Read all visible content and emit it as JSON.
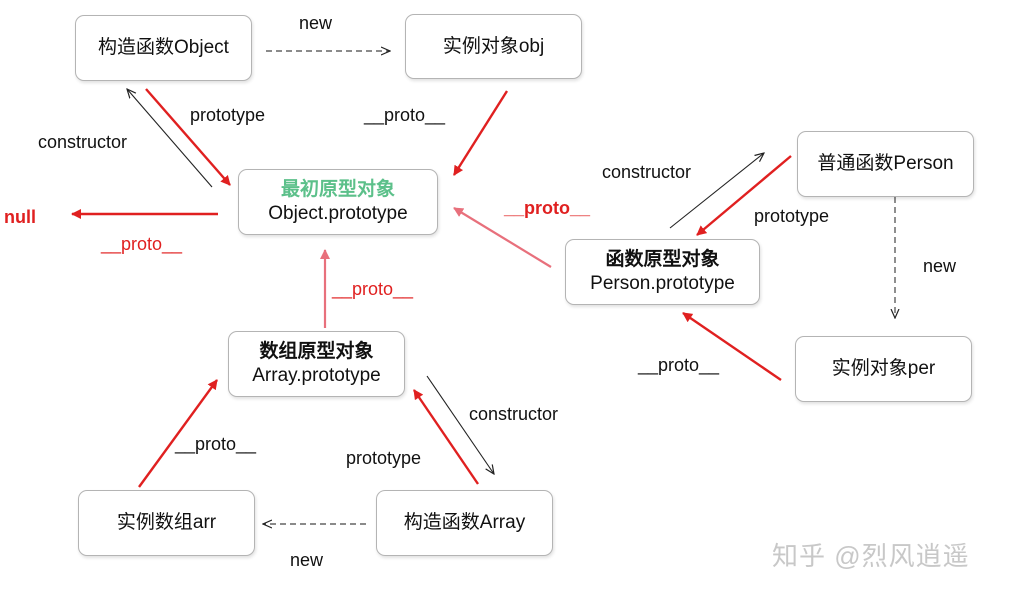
{
  "nodes": {
    "object_ctor": {
      "text": "构造函数Object"
    },
    "obj_instance": {
      "text": "实例对象obj"
    },
    "object_proto": {
      "title": "最初原型对象",
      "subtitle": "Object.prototype"
    },
    "person_fn": {
      "text": "普通函数Person"
    },
    "person_proto": {
      "title": "函数原型对象",
      "subtitle": "Person.prototype"
    },
    "per_instance": {
      "text": "实例对象per"
    },
    "array_proto": {
      "title": "数组原型对象",
      "subtitle": "Array.prototype"
    },
    "arr_instance": {
      "text": "实例数组arr"
    },
    "array_ctor": {
      "text": "构造函数Array"
    }
  },
  "labels": {
    "new_top": "new",
    "constructor_left": "constructor",
    "prototype_top": "prototype",
    "proto_obj": "__proto__",
    "null_text": "null",
    "proto_to_null": "__proto__",
    "constructor_person": "constructor",
    "prototype_person": "prototype",
    "proto_person_bold": "__proto__",
    "new_person": "new",
    "proto_per": "__proto__",
    "proto_array": "__proto__",
    "constructor_array": "constructor",
    "prototype_array": "prototype",
    "proto_arr": "__proto__",
    "new_bottom": "new"
  },
  "colors": {
    "red_arrow": "#e02020",
    "pink_arrow": "#e8707c",
    "black_arrow": "#222222",
    "green_title": "#5cc08a"
  },
  "watermark": "知乎 @烈风逍遥"
}
